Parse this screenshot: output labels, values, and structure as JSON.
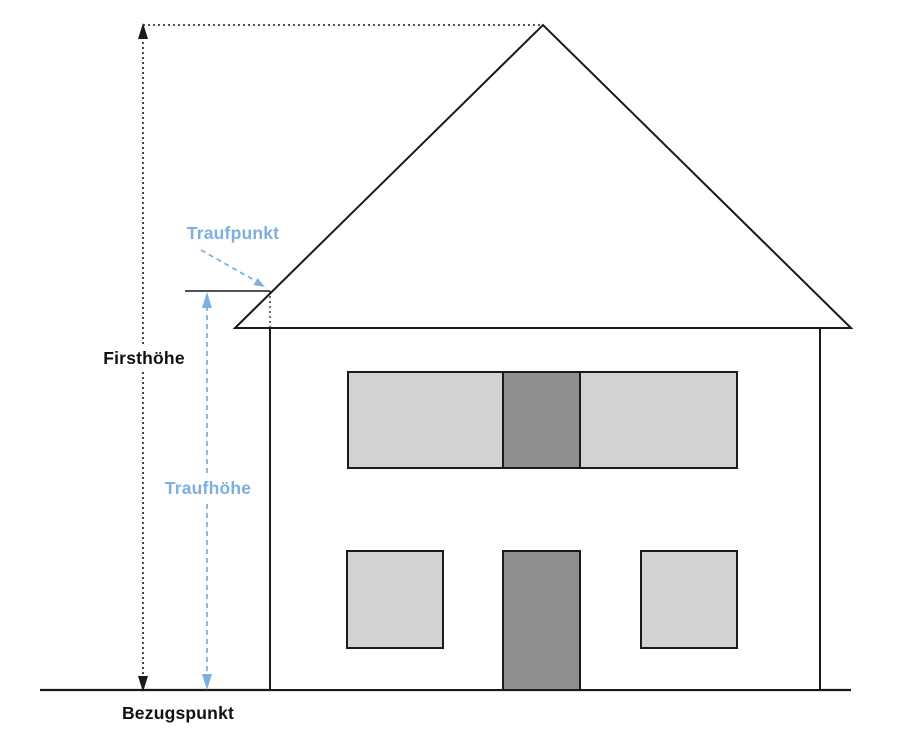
{
  "diagram": {
    "labels": {
      "firsthoehe": "Firsthöhe",
      "traufhoehe": "Traufhöhe",
      "traufpunkt": "Traufpunkt",
      "bezugspunkt": "Bezugspunkt"
    },
    "colors": {
      "outline": "#1a1a1a",
      "accent_blue": "#7db0e0",
      "window_light_gray": "#d2d2d2",
      "door_dark_gray": "#8f8f8f",
      "background": "#ffffff"
    }
  }
}
